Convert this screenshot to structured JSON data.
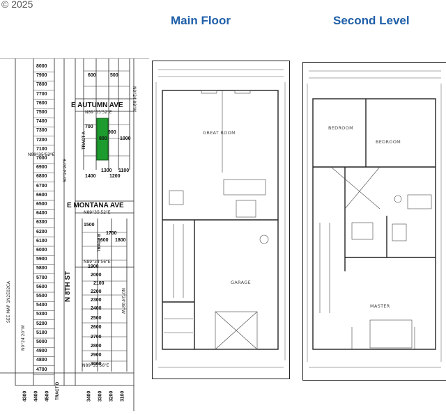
{
  "copyright": "© 2025",
  "panels": {
    "main_floor_title": "Main  Floor",
    "second_level_title": "Second Level"
  },
  "main_floor_rooms": {
    "great_room": "GREAT ROOM",
    "garage": "GARAGE"
  },
  "second_level_rooms": {
    "bedroom_1": "BEDROOM",
    "bedroom_2": "BEDROOM",
    "master": "MASTER"
  },
  "plat_map": {
    "streets": {
      "autumn": "E AUTUMN AVE",
      "montana": "E MONTANA AVE",
      "eighth": "N 8TH ST"
    },
    "bearings": {
      "b1": "N89°35'52\"E",
      "b2": "N89°35'52\"E",
      "b3": "N89°35'52\"E",
      "b4": "N89°35'56\"E",
      "b5": "N89°34'56\"E",
      "b6": "N0°24'08\"W",
      "b7": "N0°24'08\"W",
      "b8": "S0°24'20\"E",
      "b9": "N0°24'20\"W"
    },
    "side_note": "SEE MAP 1N2E02CA",
    "left_lots": [
      "8000",
      "7900",
      "7800",
      "7700",
      "7600",
      "7500",
      "7400",
      "7300",
      "7200",
      "7100",
      "7000",
      "6900",
      "6800",
      "6700",
      "6600",
      "6500",
      "6400",
      "6300",
      "6200",
      "6100",
      "6000",
      "5900",
      "5800",
      "5700",
      "5600",
      "5500",
      "5400",
      "5300",
      "5200",
      "5100",
      "5000",
      "4900",
      "4800",
      "4700"
    ],
    "middle_lots": [
      "600",
      "500",
      "700",
      "800",
      "900",
      "1000",
      "1400",
      "1300",
      "1200",
      "1100",
      "1500",
      "1600",
      "1700",
      "1800",
      "1900",
      "2000",
      "2100",
      "2200",
      "2300",
      "2400",
      "2500",
      "2600",
      "2700",
      "2800",
      "2900",
      "3000"
    ],
    "bottom_lots": [
      "4300",
      "4400",
      "4500",
      "3400",
      "3300",
      "3200",
      "3100"
    ],
    "tract_labels": [
      "TRACT A",
      "TRACT B",
      "TRACT D"
    ]
  }
}
